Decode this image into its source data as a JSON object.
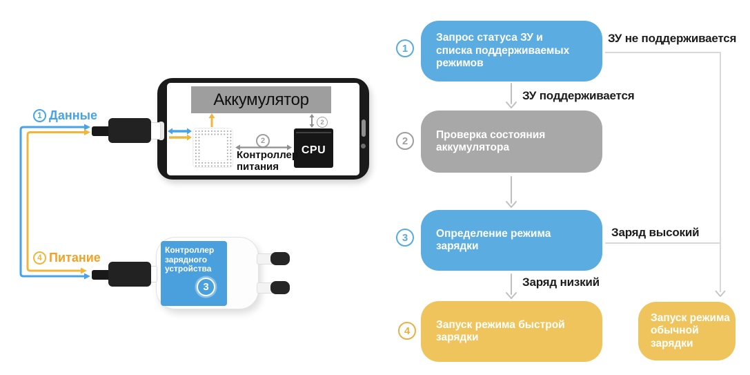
{
  "left_diagram": {
    "data_label": {
      "num": "1",
      "text": "Данные"
    },
    "power_label": {
      "num": "4",
      "text": "Питание"
    },
    "phone": {
      "battery_label": "Аккумулятор",
      "cpu_label": "CPU",
      "bus_num": "2",
      "battery_bus_num": "2",
      "controller_line1": "Контроллер",
      "controller_line2": "питания"
    },
    "charger": {
      "line1": "Контроллер",
      "line2": "зарядного",
      "line3": "устройства",
      "num": "3"
    }
  },
  "flowchart": {
    "steps": [
      {
        "num": "1",
        "line1": "Запрос статуса ЗУ и",
        "line2": "списка поддерживаемых",
        "line3": "режимов"
      },
      {
        "num": "2",
        "line1": "Проверка состояния",
        "line2": "аккумулятора"
      },
      {
        "num": "3",
        "line1": "Определение режима",
        "line2": "зарядки"
      },
      {
        "num": "4",
        "line1": "Запуск режима быстрой",
        "line2": "зарядки"
      }
    ],
    "alt_box": {
      "line1": "Запуск режима",
      "line2": "обычной",
      "line3": "зарядки"
    },
    "labels": {
      "not_supported": "ЗУ не поддерживается",
      "supported": "ЗУ поддерживается",
      "high": "Заряд высокий",
      "low": "Заряд низкий"
    }
  },
  "colors": {
    "blue_box": "#5aace1",
    "gray_box": "#a8a8a8",
    "yellow_box": "#f0c45c",
    "data_blue": "#47a3e8",
    "power_yellow": "#f0b63c",
    "power_orange_text": "#f2a227",
    "flow_arrow_gray": "#bfbfbf",
    "connector_gray": "#d8d8d8"
  }
}
